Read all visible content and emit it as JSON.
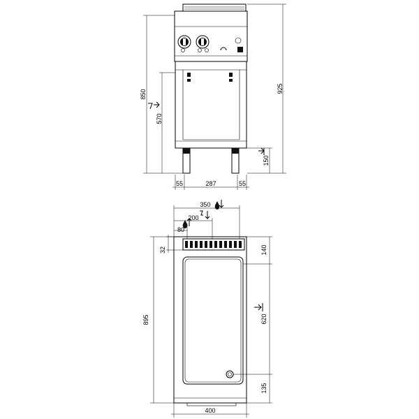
{
  "front_view": {
    "dimensions": {
      "total_height": "925",
      "body_height": "850",
      "connection_height": "570",
      "leg_height": "150",
      "left_margin": "55",
      "inner_width": "287",
      "right_margin": "55"
    },
    "symbols": {
      "electric": "electric-connection",
      "water_drain": "drain-connection"
    }
  },
  "top_view": {
    "dimensions": {
      "drain_offset": "350",
      "electric_offset": "200",
      "water_offset": "80",
      "back_depth": "32",
      "total_depth": "895",
      "rear_zone": "140",
      "mid_zone": "620",
      "front_zone": "135",
      "width": "400"
    }
  }
}
